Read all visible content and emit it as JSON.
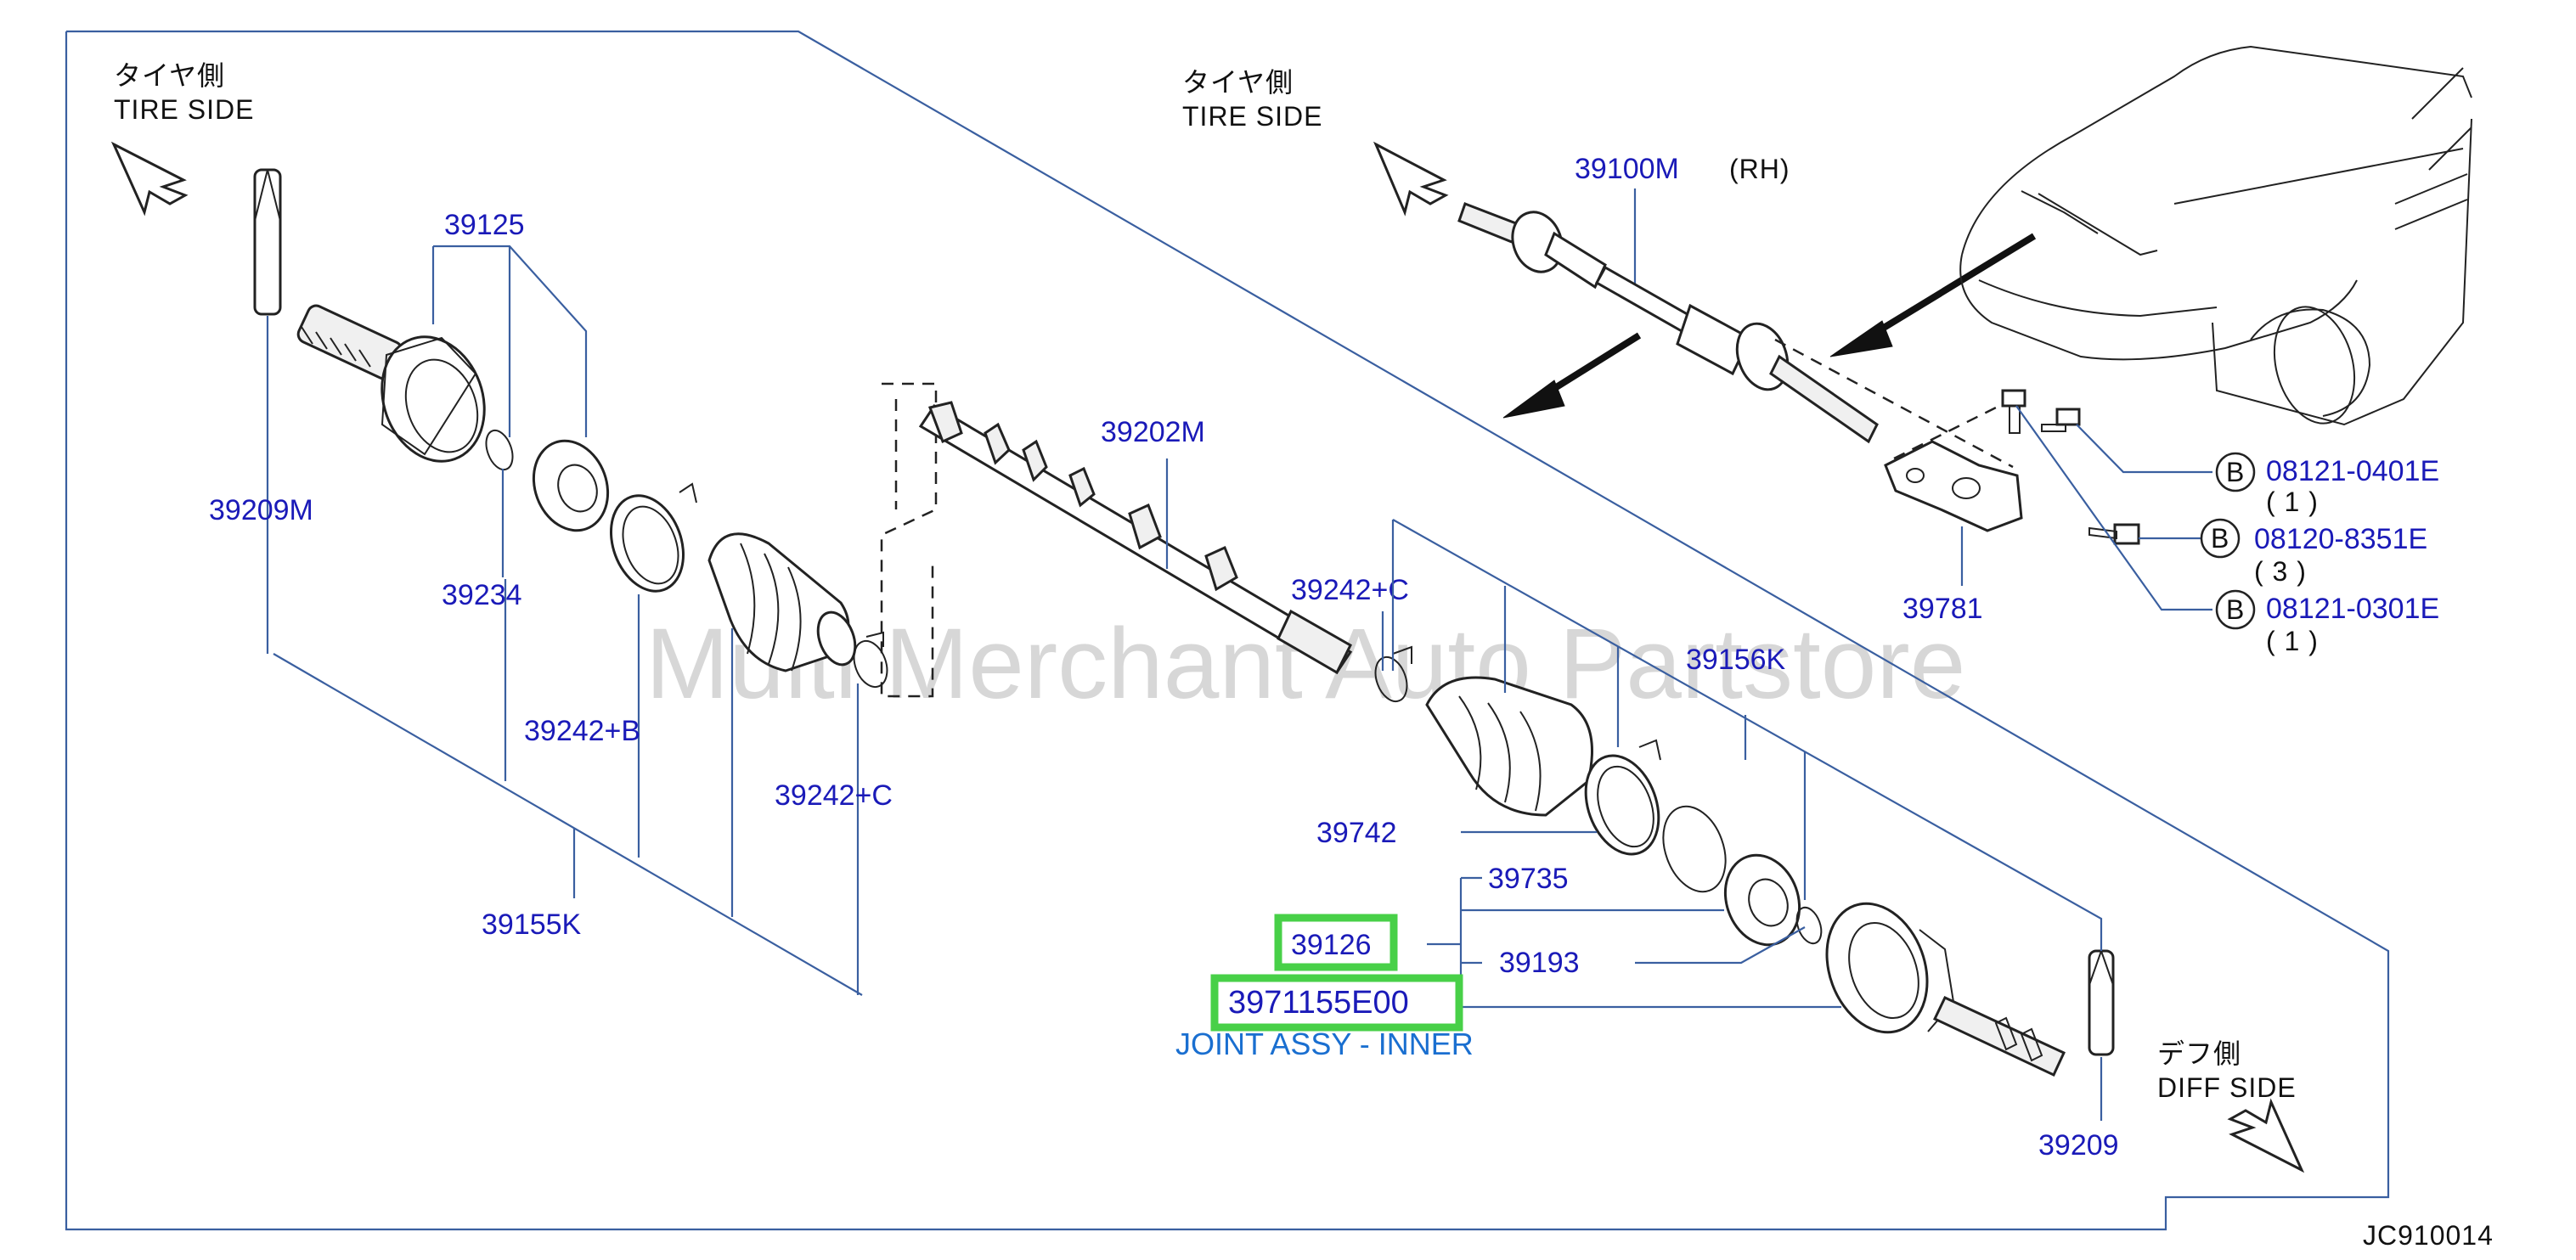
{
  "labels": {
    "tire_side_jp_left": "タイヤ側",
    "tire_side_left": "TIRE   SIDE",
    "tire_side_jp_right": "タイヤ側",
    "tire_side_right": "TIRE   SIDE",
    "diff_side_jp": "デフ側",
    "diff_side": "DIFF   SIDE",
    "drawing_code": "JC910014",
    "watermark": "Multi Merchant Auto Partstore"
  },
  "parts": {
    "p39125": "39125",
    "p39209M": "39209M",
    "p39234": "39234",
    "p39242B": "39242+B",
    "p39242C_left": "39242+C",
    "p39155K": "39155K",
    "p39202M": "39202M",
    "p39242C_mid": "39242+C",
    "p39156K": "39156K",
    "p39742": "39742",
    "p39735": "39735",
    "p39126": "39126",
    "p39193": "39193",
    "p3971155E00": "3971155E00",
    "p39209": "39209",
    "p39100M": "39100M",
    "p39100M_side": "(RH)",
    "p39781": "39781"
  },
  "highlight_caption": "JOINT ASSY - INNER",
  "bolts": [
    {
      "badge": "B",
      "part": "08121-0401E",
      "qty": "( 1 )"
    },
    {
      "badge": "B",
      "part": "08120-8351E",
      "qty": "( 3 )"
    },
    {
      "badge": "B",
      "part": "08121-0301E",
      "qty": "( 1 )"
    }
  ],
  "colors": {
    "part_number": "#1a1ab8",
    "highlight": "#48d048",
    "caption": "#1a6fd0",
    "leader": "#3a5fa0"
  }
}
